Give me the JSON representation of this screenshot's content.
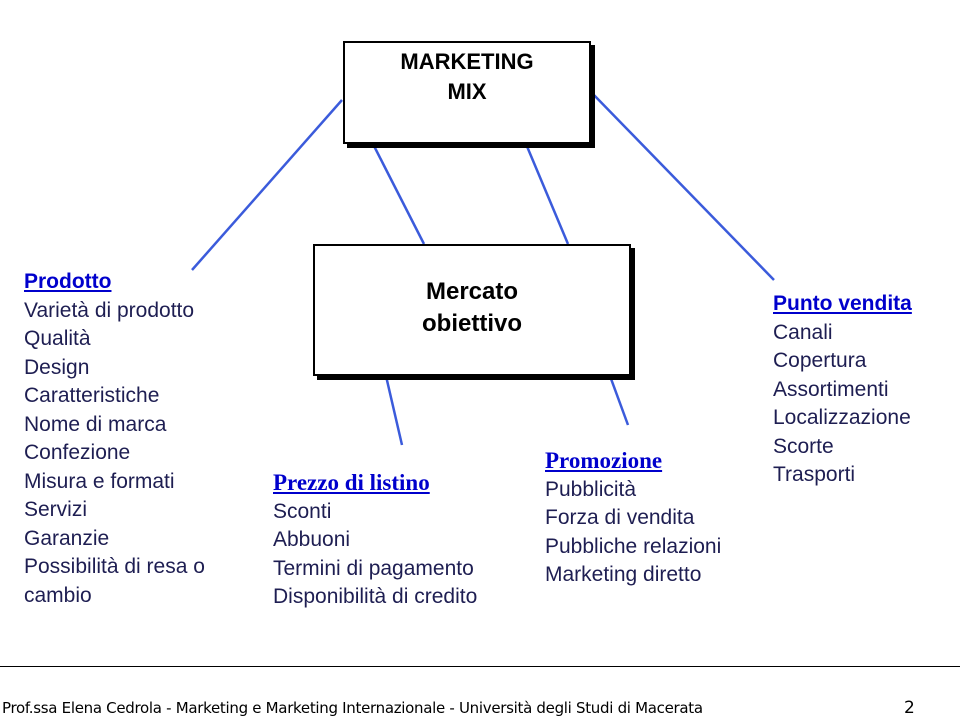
{
  "marketing_mix": {
    "line1": "MARKETING",
    "line2": "MIX"
  },
  "mercato_obiettivo": {
    "line1": "Mercato",
    "line2": "obiettivo"
  },
  "prodotto": {
    "title": "Prodotto",
    "items": [
      "Varietà di prodotto",
      "Qualità",
      "Design",
      "Caratteristiche",
      "Nome di marca",
      "Confezione",
      "Misura e formati",
      "Servizi",
      "Garanzie",
      "Possibilità di resa o",
      "cambio"
    ]
  },
  "prezzo": {
    "title": "Prezzo di listino",
    "items": [
      "Sconti",
      "Abbuoni",
      "Termini di pagamento",
      "Disponibilità di credito"
    ]
  },
  "promozione": {
    "title": "Promozione",
    "items": [
      "Pubblicità",
      "Forza di vendita",
      "Pubbliche relazioni",
      "Marketing diretto"
    ]
  },
  "punto_vendita": {
    "title": "Punto vendita",
    "items": [
      "Canali",
      "Copertura",
      "Assortimenti",
      "Localizzazione",
      "Scorte",
      "Trasporti"
    ]
  },
  "footer": {
    "text": "Prof.ssa Elena Cedrola - Marketing e Marketing Internazionale - Università degli Studi di Macerata",
    "page": "2"
  },
  "colors": {
    "connector": "#3b5bdb",
    "heading_link": "#0000cc",
    "body_text": "#1e1e52"
  }
}
